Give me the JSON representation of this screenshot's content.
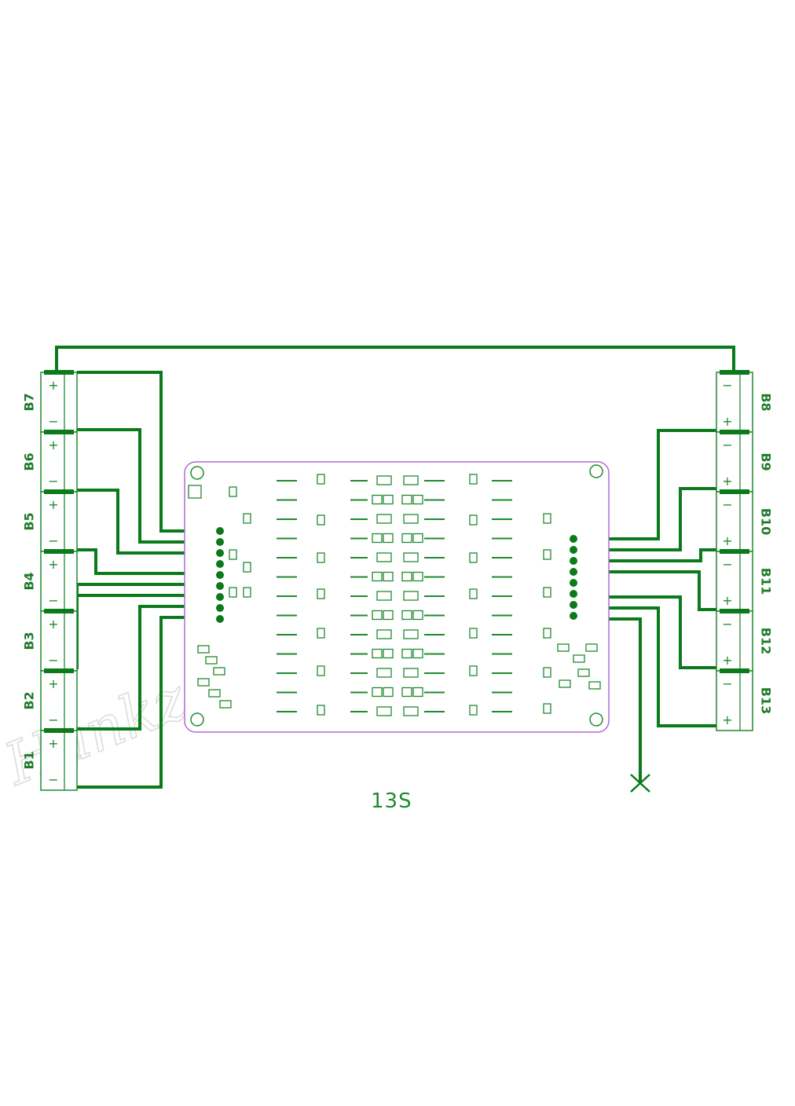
{
  "diagram": {
    "caption": "13S",
    "watermark": "HankzorBMS Store",
    "colors": {
      "trace": "#0a7a1a",
      "board_outline": "#b06ad0",
      "component": "#1f8a2e"
    },
    "left_cells": [
      {
        "label": "B7",
        "top_sign": "+",
        "bottom_sign": "−"
      },
      {
        "label": "B6",
        "top_sign": "+",
        "bottom_sign": "−"
      },
      {
        "label": "B5",
        "top_sign": "+",
        "bottom_sign": "−"
      },
      {
        "label": "B4",
        "top_sign": "+",
        "bottom_sign": "−"
      },
      {
        "label": "B3",
        "top_sign": "+",
        "bottom_sign": "−"
      },
      {
        "label": "B2",
        "top_sign": "+",
        "bottom_sign": "−"
      },
      {
        "label": "B1",
        "top_sign": "+",
        "bottom_sign": "−"
      }
    ],
    "right_cells": [
      {
        "label": "B8",
        "top_sign": "−",
        "bottom_sign": "+"
      },
      {
        "label": "B9",
        "top_sign": "−",
        "bottom_sign": "+"
      },
      {
        "label": "B10",
        "top_sign": "−",
        "bottom_sign": "+"
      },
      {
        "label": "B11",
        "top_sign": "−",
        "bottom_sign": "+"
      },
      {
        "label": "B12",
        "top_sign": "−",
        "bottom_sign": "+"
      },
      {
        "label": "B13",
        "top_sign": "−",
        "bottom_sign": "+"
      }
    ]
  }
}
